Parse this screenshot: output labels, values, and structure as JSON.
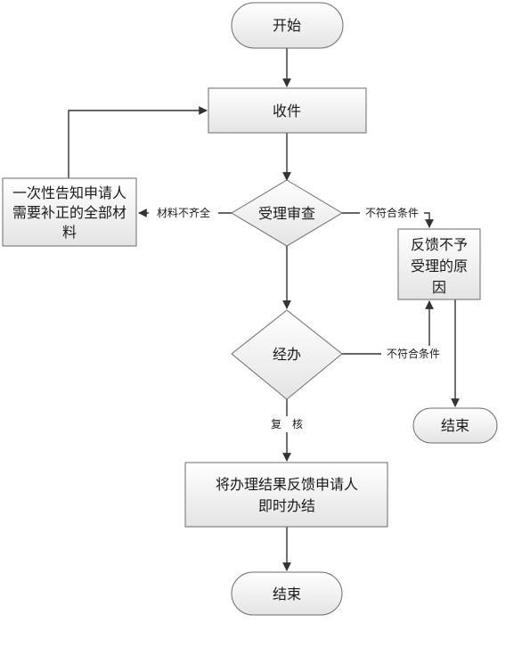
{
  "nodes": {
    "start": "开始",
    "receive": "收件",
    "review": "受理审查",
    "notify_lines": [
      "一次性告知申请人",
      "需要补正的全部材",
      "料"
    ],
    "reject_lines": [
      "反馈不予",
      "受理的原",
      "因"
    ],
    "handle": "经办",
    "result_lines": [
      "将办理结果反馈申请人",
      "即时办结"
    ],
    "end_right": "结束",
    "end_bottom": "结束"
  },
  "edges": {
    "missing": "材料不齐全",
    "not_qualified_1": "不符合条件",
    "not_qualified_2": "不符合条件",
    "recheck_1": "复",
    "recheck_2": "核"
  }
}
